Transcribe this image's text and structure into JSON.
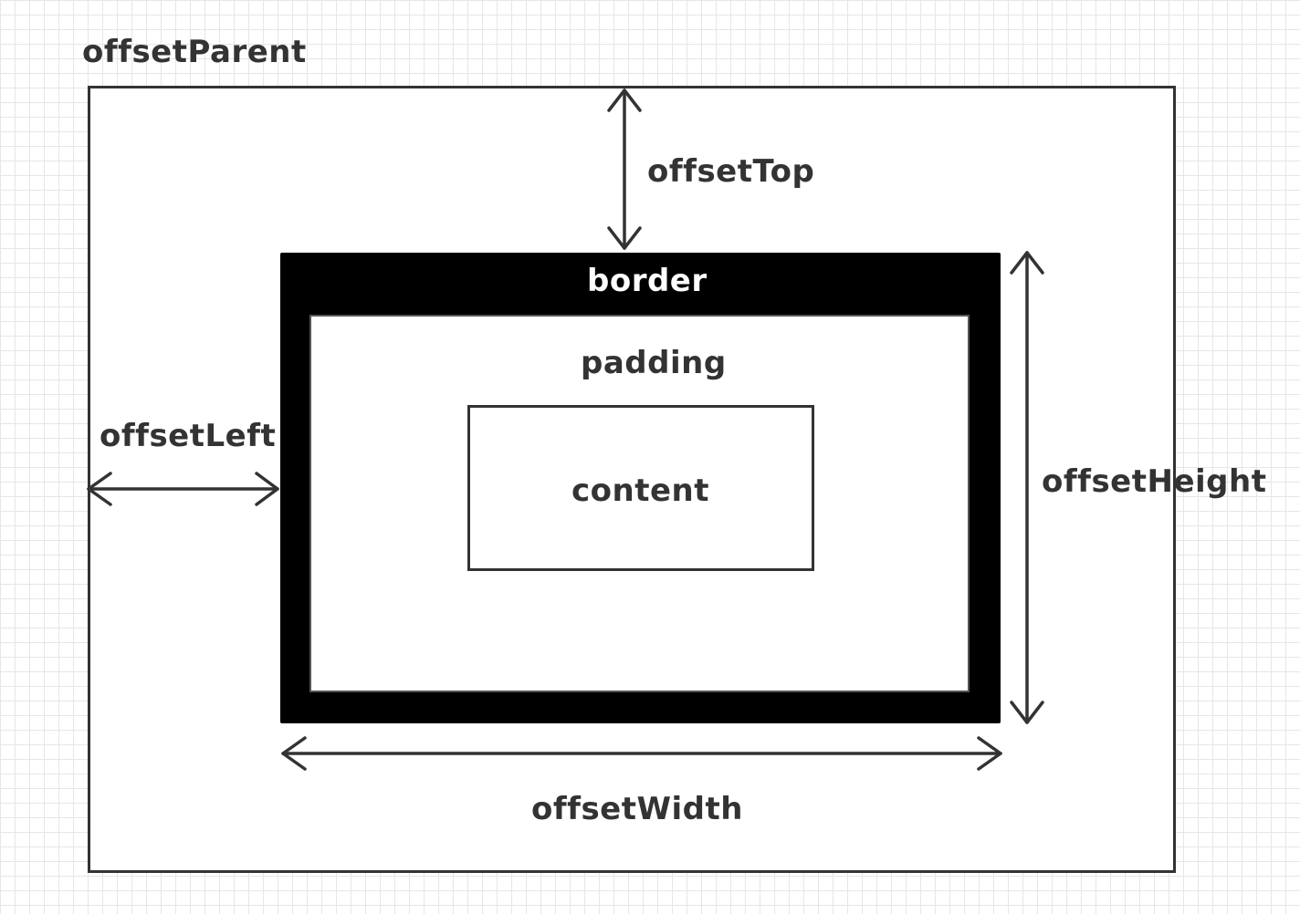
{
  "labels": {
    "offset_parent": "offsetParent",
    "offset_top": "offsetTop",
    "border": "border",
    "padding": "padding",
    "content": "content",
    "offset_left": "offsetLeft",
    "offset_height": "offsetHeight",
    "offset_width": "offsetWidth"
  },
  "colors": {
    "background_grid": "#e6e6e6",
    "stroke": "#333333",
    "border_fill": "#000000",
    "border_text": "#ffffff"
  }
}
